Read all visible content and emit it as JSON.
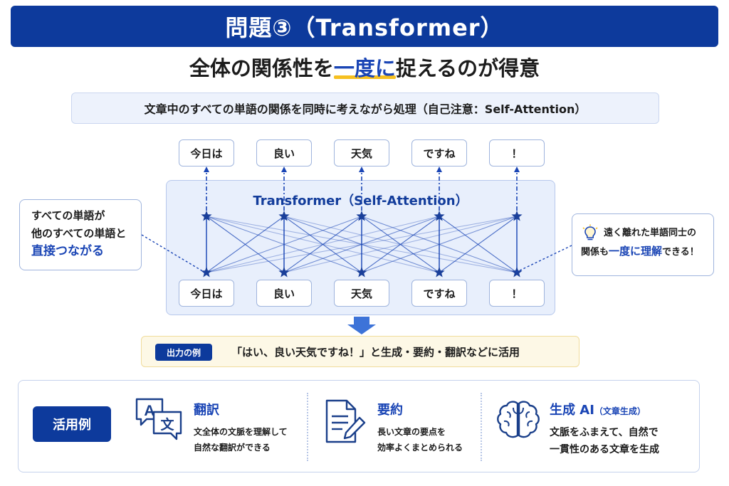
{
  "header": {
    "title": "問題③（Transformer）",
    "subtitle_pre": "全体の関係性を",
    "subtitle_highlight": "一度に",
    "subtitle_post": "捉えるのが得意"
  },
  "description": "文章中のすべての単語の関係を同時に考えながら処理（自己注意：Self-Attention）",
  "diagram": {
    "transformer_label": "Transformer（Self-Attention）",
    "output_words": [
      "今日は",
      "良い",
      "天気",
      "ですね",
      "！"
    ],
    "input_words": [
      "今日は",
      "良い",
      "天気",
      "ですね",
      "！"
    ]
  },
  "left_callout": {
    "line1": "すべての単語が",
    "line2": "他のすべての単語と",
    "line3": "直接つながる"
  },
  "right_callout": {
    "line1": "遠く離れた単語同士の",
    "line2_pre": "関係も",
    "line2_highlight": "一度に理解",
    "line2_post": "できる！",
    "icon": "lightbulb-icon"
  },
  "output_example": {
    "badge": "出力の例",
    "text": "「はい、良い天気ですね！」と生成・要約・翻訳などに活用"
  },
  "examples": {
    "badge": "活用例",
    "items": [
      {
        "icon": "translate-icon",
        "title": "翻訳",
        "title_small": "",
        "line1": "文全体の文脈を理解して",
        "line2": "自然な翻訳ができる"
      },
      {
        "icon": "document-edit-icon",
        "title": "要約",
        "title_small": "",
        "line1": "長い文章の要点を",
        "line2": "効率よくまとめられる"
      },
      {
        "icon": "brain-icon",
        "title": "生成 AI",
        "title_small": "（文章生成）",
        "line1": "文脈をふまえて、自然で",
        "line2": "一貫性のある文章を生成"
      }
    ]
  },
  "colors": {
    "primary": "#0d3a9c",
    "accent": "#1a45b5",
    "highlight_underline": "#f6c020",
    "panel_bg": "#e8effc",
    "output_bg": "#fdf8e6"
  }
}
